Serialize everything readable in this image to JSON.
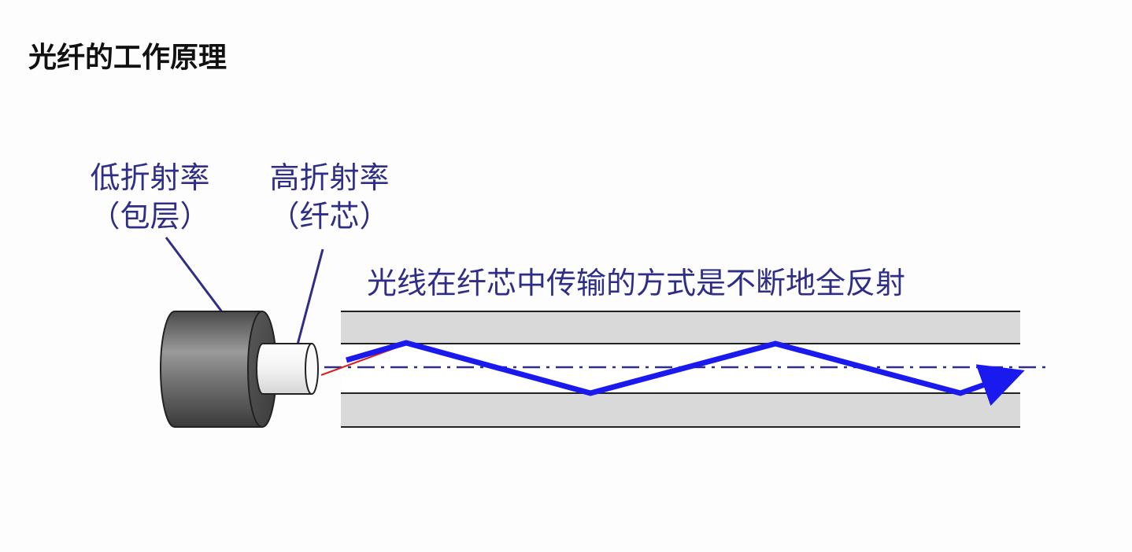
{
  "title": "光纤的工作原理",
  "cladding_label": {
    "line1": "低折射率",
    "line2": "（包层）"
  },
  "core_label": {
    "line1": "高折射率",
    "line2": "（纤芯）"
  },
  "caption": "光线在纤芯中传输的方式是不断地全反射",
  "colors": {
    "label_text": "#2e2e86",
    "ray": "#1a1aee",
    "incident_ray": "#d42020",
    "axis": "#2e2e86",
    "cladding_fill": "#d9d9d9",
    "core_fill": "#ffffff"
  }
}
